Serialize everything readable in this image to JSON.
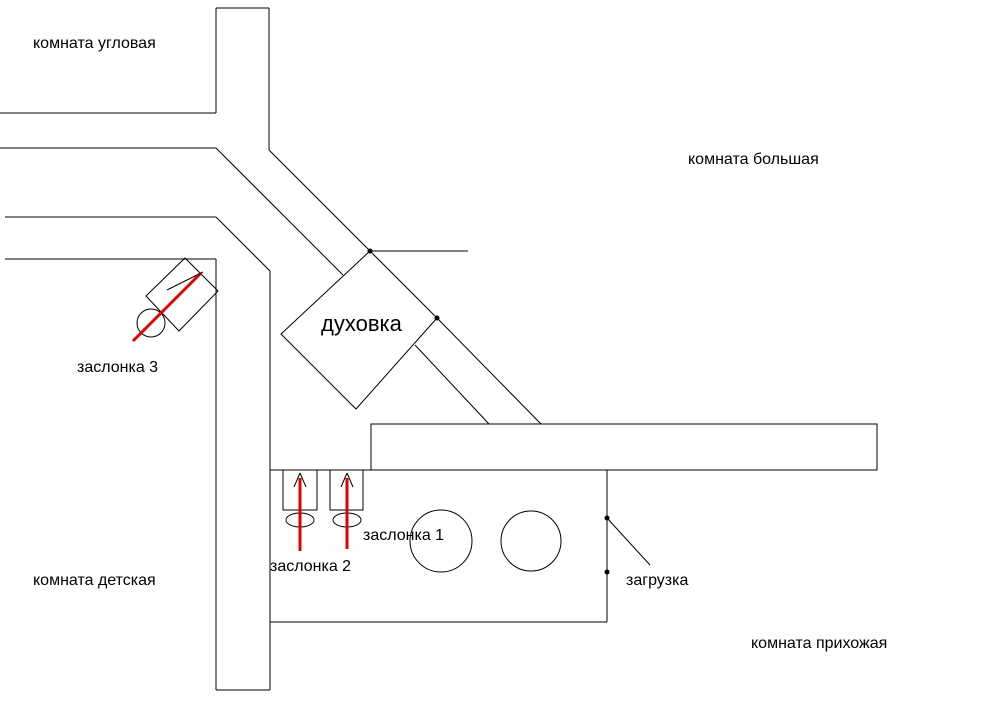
{
  "labels": {
    "room_corner": "комната угловая",
    "room_big": "комната большая",
    "room_kids": "комната детская",
    "room_hall": "комната прихожая",
    "oven": "духовка",
    "damper_3": "заслонка 3",
    "damper_2": "заслонка 2",
    "damper_1": "заслонка 1",
    "loading": "загрузка"
  },
  "colors": {
    "lines": "#000000",
    "damper_arrows": "#e00000",
    "background": "#ffffff"
  }
}
